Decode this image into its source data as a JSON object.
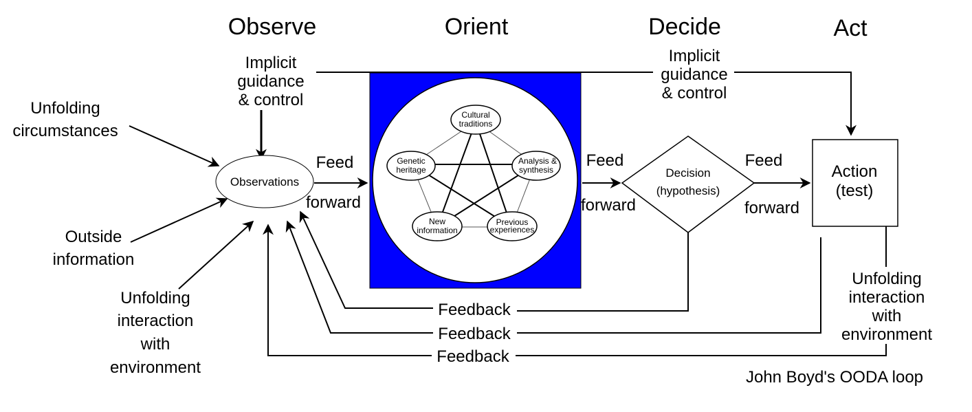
{
  "phases": {
    "observe": "Observe",
    "orient": "Orient",
    "decide": "Decide",
    "act": "Act"
  },
  "implicit_left": [
    "Implicit",
    "guidance",
    "& control"
  ],
  "implicit_right": [
    "Implicit",
    "guidance",
    "& control"
  ],
  "inputs": {
    "unfolding_circumstances": [
      "Unfolding",
      "circumstances"
    ],
    "outside_information": [
      "Outside",
      "information"
    ],
    "unfolding_interaction_left": [
      "Unfolding",
      "interaction",
      "with",
      "environment"
    ],
    "unfolding_interaction_right": [
      "Unfolding",
      "interaction",
      "with",
      "environment"
    ]
  },
  "nodes": {
    "observations": "Observations",
    "decision": [
      "Decision",
      "(hypothesis)"
    ],
    "action": [
      "Action",
      "(test)"
    ]
  },
  "orient_factors": {
    "cultural": [
      "Cultural",
      "traditions"
    ],
    "genetic": [
      "Genetic",
      "heritage"
    ],
    "analysis": [
      "Analysis &",
      "synthesis"
    ],
    "new_info": [
      "New",
      "information"
    ],
    "previous": [
      "Previous",
      "experiences"
    ]
  },
  "feed_forward": {
    "feed": "Feed",
    "forward": "forward"
  },
  "feedback": "Feedback",
  "caption": "John Boyd's OODA loop",
  "colors": {
    "orient_box": "#0000ff",
    "line": "#000000"
  }
}
